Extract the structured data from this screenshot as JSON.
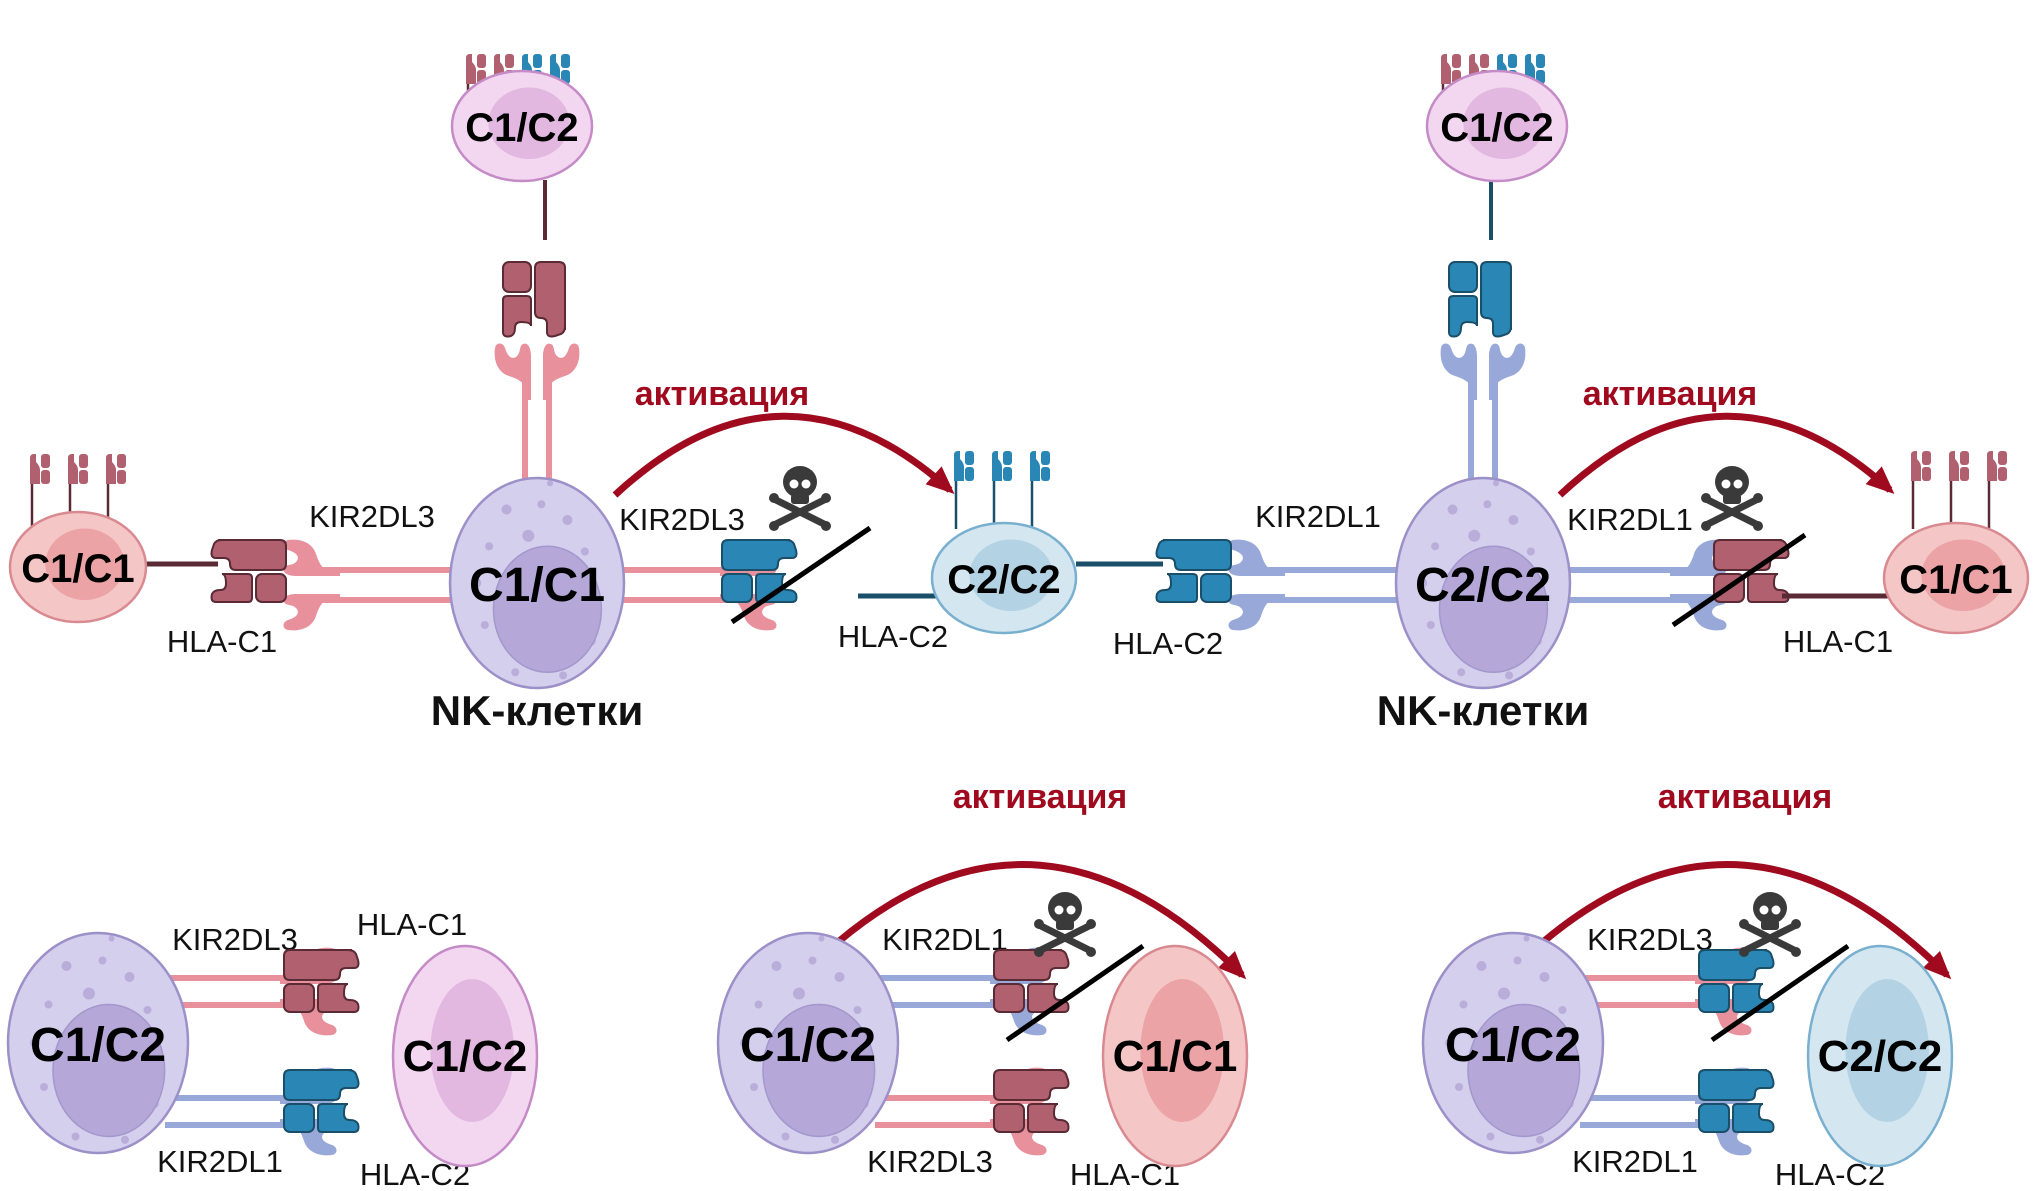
{
  "colors": {
    "kir2dl3": "#E8909C",
    "kir2dl1": "#98A8D8",
    "hla_c1": "#B0606F",
    "hla_c1_stroke": "#5A2A35",
    "hla_c2": "#2A86B4",
    "hla_c2_stroke": "#1A4F6A",
    "nk_cell": "#D3CFEC",
    "nk_nucleus": "#B5A8D8",
    "activation": "#A00A1E",
    "skull": "#3A3A3A"
  },
  "top_row": {
    "nk_label_left": "NK-клетки",
    "nk_label_right": "NK-клетки",
    "left_nk": {
      "genotype": "C1/C1",
      "targets": {
        "top": {
          "genotype": "C1/C2",
          "receptor": "",
          "ligand": ""
        },
        "left": {
          "genotype": "C1/C1",
          "receptor": "KIR2DL3",
          "ligand": "HLA-C1"
        },
        "right": {
          "genotype": "C2/C2",
          "receptor": "KIR2DL3",
          "ligand": "HLA-C2",
          "outcome": "активация"
        }
      }
    },
    "right_nk": {
      "genotype": "C2/C2",
      "targets": {
        "top": {
          "genotype": "C1/C2",
          "receptor": "",
          "ligand": ""
        },
        "left": {
          "genotype": "C2/C2",
          "receptor": "KIR2DL1",
          "ligand": "HLA-C2"
        },
        "right": {
          "genotype": "C1/C1",
          "receptor": "KIR2DL1",
          "ligand": "HLA-C1",
          "outcome": "активация"
        }
      }
    }
  },
  "bottom_row": [
    {
      "nk_genotype": "C1/C2",
      "target_genotype": "C1/C2",
      "upper": {
        "receptor": "KIR2DL3",
        "ligand": "HLA-C1"
      },
      "lower": {
        "receptor": "KIR2DL1",
        "ligand": "HLA-C2"
      },
      "outcome": ""
    },
    {
      "nk_genotype": "C1/C2",
      "target_genotype": "C1/C1",
      "upper": {
        "receptor": "KIR2DL1",
        "ligand": ""
      },
      "lower": {
        "receptor": "KIR2DL3",
        "ligand": "HLA-C1"
      },
      "outcome": "активация"
    },
    {
      "nk_genotype": "C1/C2",
      "target_genotype": "C2/C2",
      "upper": {
        "receptor": "KIR2DL3",
        "ligand": ""
      },
      "lower": {
        "receptor": "KIR2DL1",
        "ligand": "HLA-C2"
      },
      "outcome": "активация"
    }
  ]
}
